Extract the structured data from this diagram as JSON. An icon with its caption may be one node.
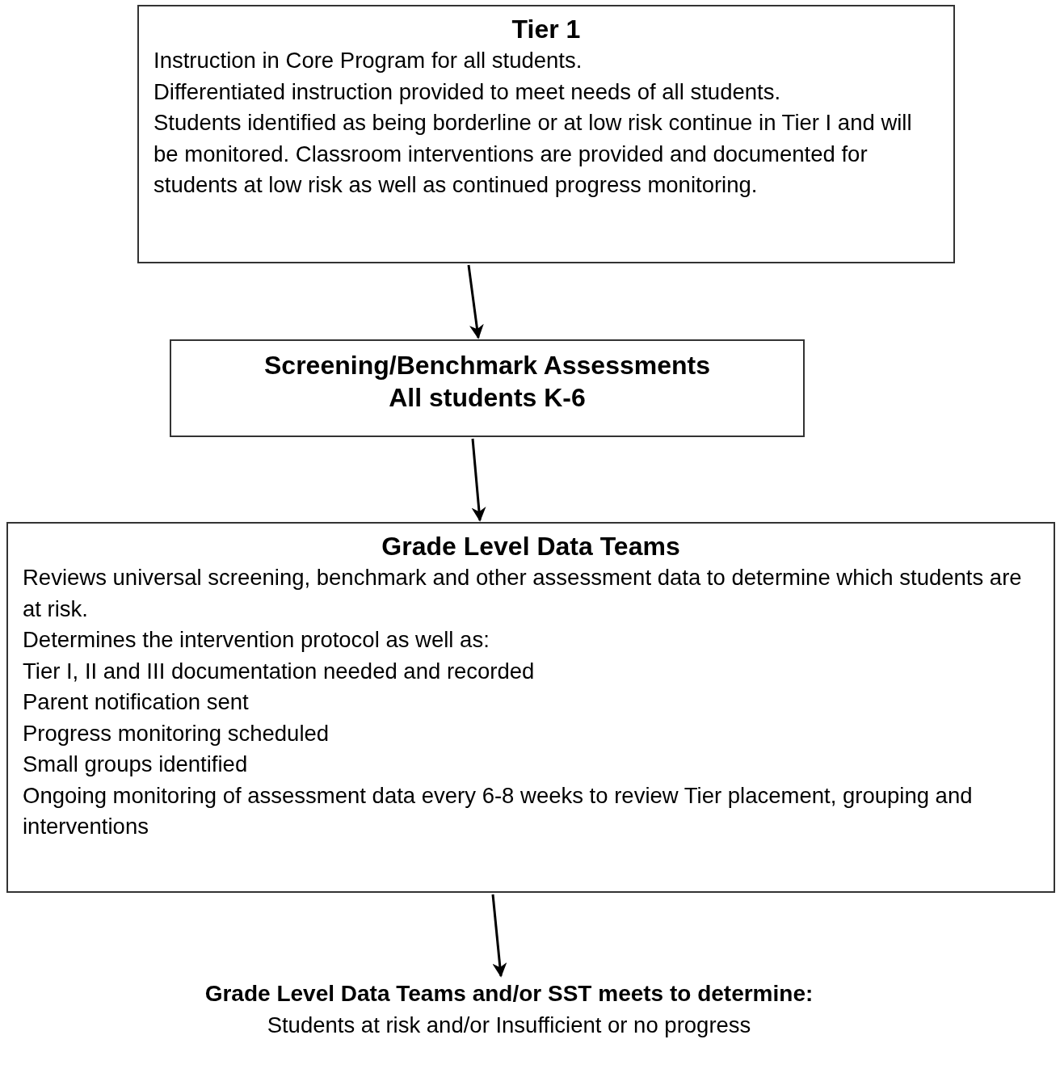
{
  "diagram": {
    "nodes": [
      {
        "text": [
          "Tier 1",
          "Instruction in Core Program for all students.",
          "Differentiated instruction provided to meet needs of all students.",
          "Students identified as being borderline or at low risk continue in Tier I and will be monitored. Classroom interventions are provided and documented for students at low risk as well as continued progress monitoring."
        ]
      },
      {
        "text": [
          "Screening/Benchmark Assessments",
          "All students K-6"
        ]
      },
      {
        "text": [
          "Grade Level Data Teams",
          "Reviews universal screening, benchmark and other assessment data to determine which students are at risk.",
          "Determines the intervention protocol as well as:",
          "Tier I, II and III documentation needed and recorded",
          "Parent notification sent",
          "Progress monitoring scheduled",
          "Small groups identified",
          "Ongoing monitoring of assessment data every 6-8 weeks to review Tier placement, grouping and interventions"
        ]
      },
      {
        "text": [
          "Grade Level Data Teams and/or SST meets to determine:",
          "Students at risk and/or Insufficient or no progress"
        ]
      }
    ],
    "edges": [
      {
        "from": 0,
        "to": 1,
        "arrow": "to"
      },
      {
        "from": 1,
        "to": 2,
        "arrow": "to"
      },
      {
        "from": 2,
        "to": 3,
        "arrow": "to"
      }
    ]
  }
}
